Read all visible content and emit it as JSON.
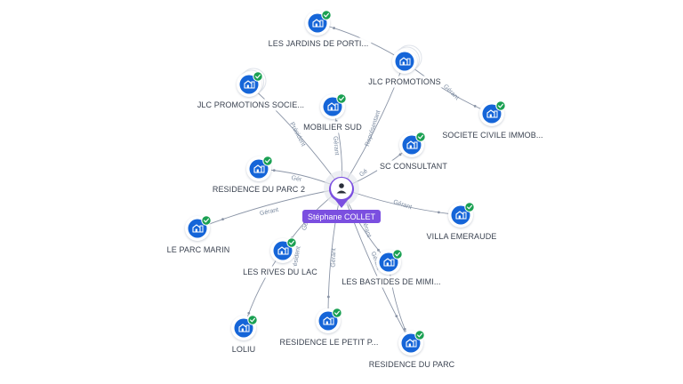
{
  "center": {
    "name": "Stéphane COLLET",
    "icon": "person-icon",
    "color": "#7b4fe0"
  },
  "colors": {
    "node": "#1565d8",
    "check": "#1aa052",
    "edge": "#8a94a6",
    "label": "#3a4250",
    "edge_label": "#7a8aa0"
  },
  "nodes": [
    {
      "id": "jardins",
      "label": "LES JARDINS DE PORTI...",
      "icon": "building-icon",
      "verified": true
    },
    {
      "id": "jlc",
      "label": "JLC PROMOTIONS",
      "icon": "building-icon",
      "verified": false
    },
    {
      "id": "jlcsoc",
      "label": "JLC PROMOTIONS SOCIE...",
      "icon": "building-icon",
      "verified": true
    },
    {
      "id": "societe",
      "label": "SOCIETE CIVILE IMMOB...",
      "icon": "building-icon",
      "verified": true
    },
    {
      "id": "mobilier",
      "label": "MOBILIER SUD",
      "icon": "building-icon",
      "verified": true
    },
    {
      "id": "sc",
      "label": "SC CONSULTANT",
      "icon": "building-icon",
      "verified": true
    },
    {
      "id": "rdp2",
      "label": "RESIDENCE DU PARC 2",
      "icon": "building-icon",
      "verified": true
    },
    {
      "id": "villa",
      "label": "VILLA EMERAUDE",
      "icon": "building-icon",
      "verified": true
    },
    {
      "id": "marin",
      "label": "LE PARC MARIN",
      "icon": "building-icon",
      "verified": true
    },
    {
      "id": "rives",
      "label": "LES RIVES DU LAC",
      "icon": "building-icon",
      "verified": true
    },
    {
      "id": "bastides",
      "label": "LES BASTIDES DE MIMI...",
      "icon": "building-icon",
      "verified": true
    },
    {
      "id": "loliu",
      "label": "LOLIU",
      "icon": "building-icon",
      "verified": true
    },
    {
      "id": "petit",
      "label": "RESIDENCE LE PETIT P...",
      "icon": "building-icon",
      "verified": true
    },
    {
      "id": "rdp",
      "label": "RESIDENCE DU PARC",
      "icon": "building-icon",
      "verified": true
    }
  ],
  "edges": [
    {
      "from": "center",
      "to": "jlcsoc",
      "label": "Président"
    },
    {
      "from": "center",
      "to": "mobilier",
      "label": "Gérant"
    },
    {
      "from": "center",
      "to": "jlc",
      "label": "Représentant"
    },
    {
      "from": "center",
      "to": "sc",
      "label": "Gé"
    },
    {
      "from": "center",
      "to": "rdp2",
      "label": "Gér"
    },
    {
      "from": "center",
      "to": "villa",
      "label": "Gérant"
    },
    {
      "from": "center",
      "to": "marin",
      "label": "Gérant"
    },
    {
      "from": "center",
      "to": "rives",
      "label": "Gé"
    },
    {
      "from": "center",
      "to": "bastides",
      "label": "Gérant"
    },
    {
      "from": "center",
      "to": "petit",
      "label": "Gérant"
    },
    {
      "from": "center",
      "to": "rdp",
      "label": ""
    },
    {
      "from": "jlc",
      "to": "jardins",
      "label": ""
    },
    {
      "from": "jlc",
      "to": "societe",
      "label": "Gérant"
    },
    {
      "from": "rives",
      "to": "loliu",
      "label": "Président"
    },
    {
      "from": "bastides",
      "to": "rdp",
      "label": "Gérant"
    }
  ]
}
